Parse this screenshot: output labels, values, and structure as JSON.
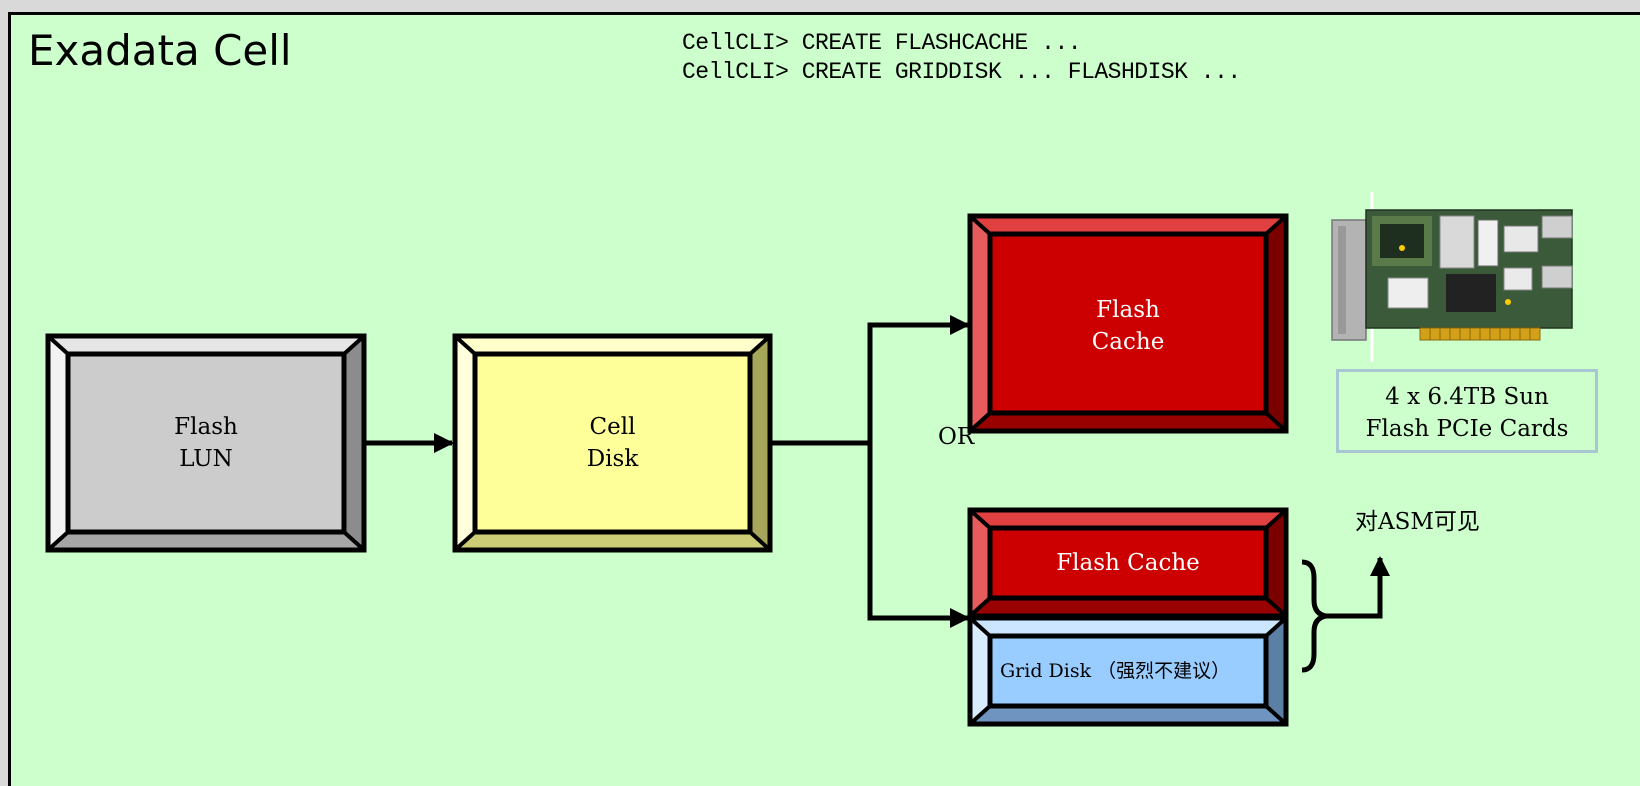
{
  "title": "Exadata Cell",
  "commands": [
    "CellCLI> CREATE FLASHCACHE ...",
    "CellCLI> CREATE GRIDDISK ... FLASHDISK ..."
  ],
  "boxes": {
    "flash_lun": [
      "Flash",
      "LUN"
    ],
    "cell_disk": [
      "Cell",
      "Disk"
    ],
    "flash_cache_full": [
      "Flash",
      "Cache"
    ],
    "flash_cache_part": "Flash Cache",
    "grid_disk": "Grid Disk （强烈不建议）"
  },
  "or_label": "OR",
  "asm_label": "对ASM可见",
  "card_caption": [
    "4 x 6.4TB Sun",
    "Flash PCIe Cards"
  ],
  "colors": {
    "background": "#ccffcc",
    "flash_lun": "#cccccc",
    "cell_disk": "#ffff99",
    "flash_cache": "#cc0000",
    "grid_disk": "#99ccff"
  }
}
